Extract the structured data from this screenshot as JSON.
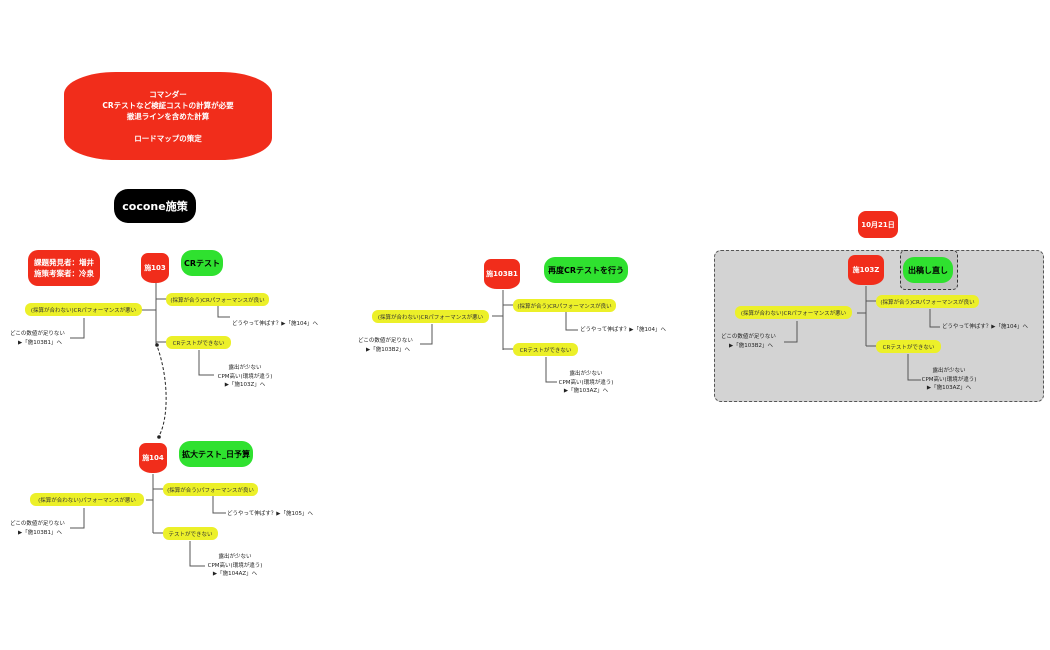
{
  "commander": {
    "lines": [
      "コマンダー",
      "CRテストなど検証コストの計算が必要",
      "撤退ラインを含めた計算",
      "",
      "ロードマップの策定"
    ]
  },
  "cocone_label": "cocone施策",
  "issue_note": {
    "line1": "課題発見者：増井",
    "line2": "施策考案者：冷泉"
  },
  "date_badge": "10月21日",
  "clusters": {
    "c103": {
      "node": "施103",
      "green": "CRテスト",
      "left_yellow": "(採算が合わない)CRパフォーマンスが悪い",
      "left_note": [
        "どこの数値が足りない",
        "▶「施103B1」へ"
      ],
      "good": "(採算が合う)CRパフォーマンスが良い",
      "good_note": "どうやって伸ばす？▶「施104」へ",
      "bad": "CRテストができない",
      "bad_note": [
        "露出が少ない",
        "CPM高い(環境が違う)",
        "▶「施103Z」へ"
      ]
    },
    "c104": {
      "node": "施104",
      "green": "拡大テスト_日予算",
      "left_yellow": "(採算が合わない)パフォーマンスが悪い",
      "left_note": [
        "どこの数値が足りない",
        "▶「施103B1」へ"
      ],
      "good": "(採算が合う)パフォーマンスが良い",
      "good_note": "どうやって伸ばす？▶「施105」へ",
      "bad": "テストができない",
      "bad_note": [
        "露出が少ない",
        "CPM高い(環境が違う)",
        "▶「施104AZ」へ"
      ]
    },
    "c103b1": {
      "node": "施103B1",
      "green": "再度CRテストを行う",
      "left_yellow": "(採算が合わない)CRパフォーマンスが悪い",
      "left_note": [
        "どこの数値が足りない",
        "▶「施103B2」へ"
      ],
      "good": "(採算が合う)CRパフォーマンスが良い",
      "good_note": "どうやって伸ばす？▶「施104」へ",
      "bad": "CRテストができない",
      "bad_note": [
        "露出が少ない",
        "CPM高い(環境が違う)",
        "▶「施103AZ」へ"
      ]
    },
    "c103z": {
      "node": "施103Z",
      "green": "出稿し直し",
      "left_yellow": "(採算が合わない)CRパフォーマンスが悪い",
      "left_note": [
        "どこの数値が足りない",
        "▶「施103B2」へ"
      ],
      "good": "(採算が合う)CRパフォーマンスが良い",
      "good_note": "どうやって伸ばす？▶「施104」へ",
      "bad": "CRテストができない",
      "bad_note": [
        "露出が少ない",
        "CPM高い(環境が違う)",
        "▶「施103AZ」へ"
      ]
    }
  },
  "colors": {
    "red": "#f12d1b",
    "green": "#2fe12f",
    "yellow": "#ecf029",
    "black": "#000000",
    "gray_region": "#d3d3d3"
  }
}
